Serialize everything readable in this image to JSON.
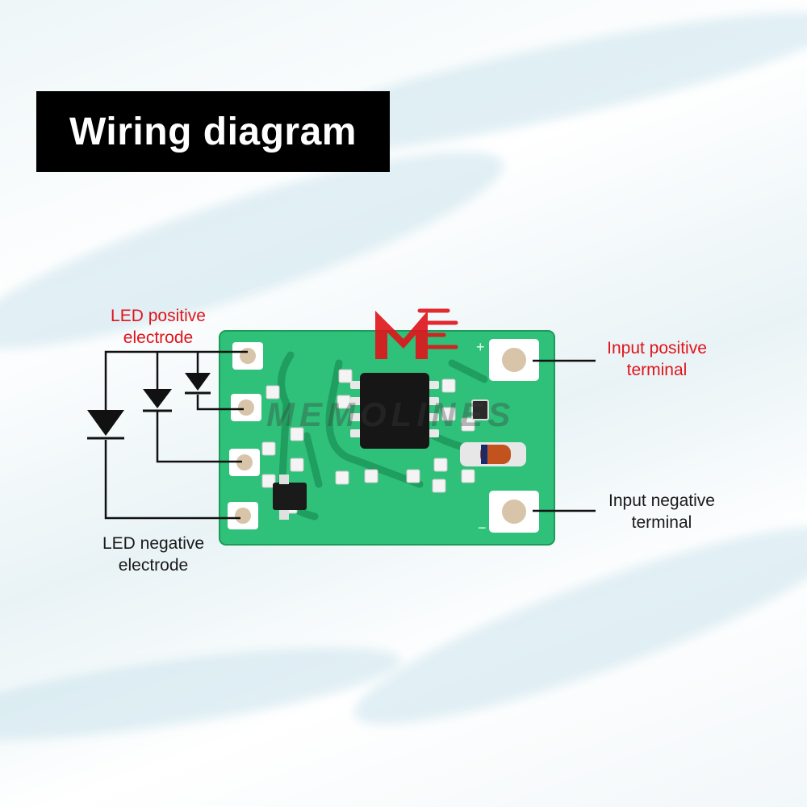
{
  "title": "Wiring diagram",
  "labels": {
    "led_positive_line1": "LED positive",
    "led_positive_line2": "electrode",
    "led_negative_line1": "LED negative",
    "led_negative_line2": "electrode",
    "input_positive_line1": "Input positive",
    "input_positive_line2": "terminal",
    "input_negative_line1": "Input negative",
    "input_negative_line2": "terminal"
  },
  "watermark": "MEMOLINES",
  "colors": {
    "accent_red": "#e0141b",
    "pcb_green": "#2fc07a",
    "title_bg": "#000000"
  }
}
